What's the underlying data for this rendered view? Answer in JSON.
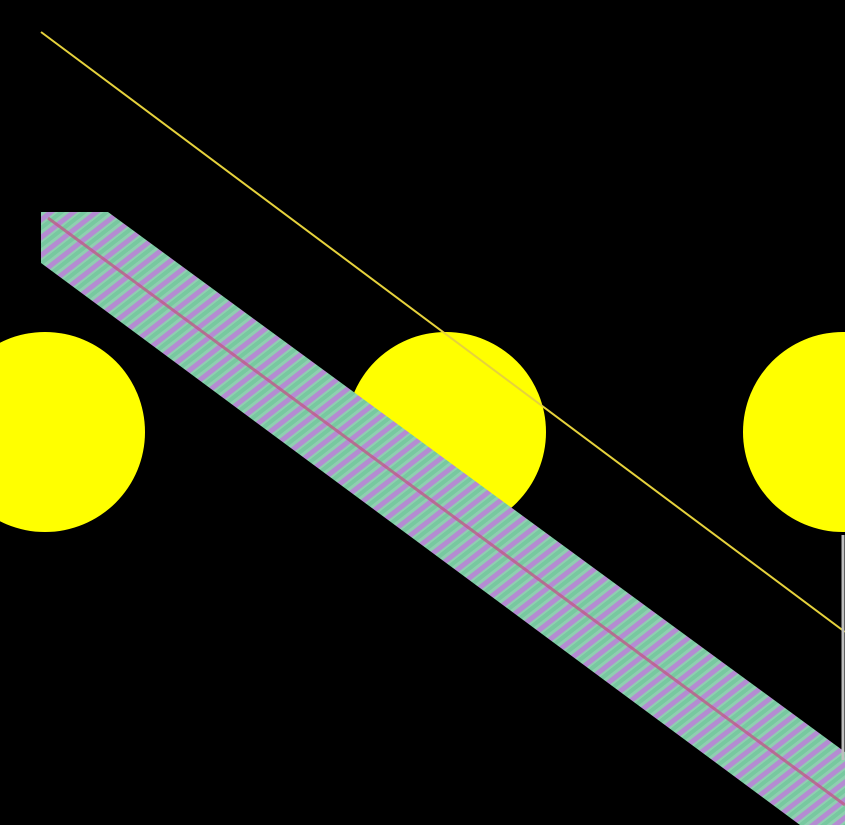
{
  "colors": {
    "background": "#000000",
    "pad": "#ffff00",
    "thin_line": "#e6d23c",
    "band_base": "#8fcfb0",
    "band_stripe_a": "#b48cd2",
    "band_stripe_b": "#78c8a0",
    "band_center": "#c05a8a",
    "edge_line": "#bfbfbf"
  },
  "shapes": {
    "pads": [
      {
        "name": "pad-left"
      },
      {
        "name": "pad-center"
      },
      {
        "name": "pad-right"
      }
    ],
    "thin_line": {
      "name": "thin-diagonal-line"
    },
    "band": {
      "name": "striped-diagonal-band"
    },
    "edge_line": {
      "name": "right-edge-line"
    }
  }
}
